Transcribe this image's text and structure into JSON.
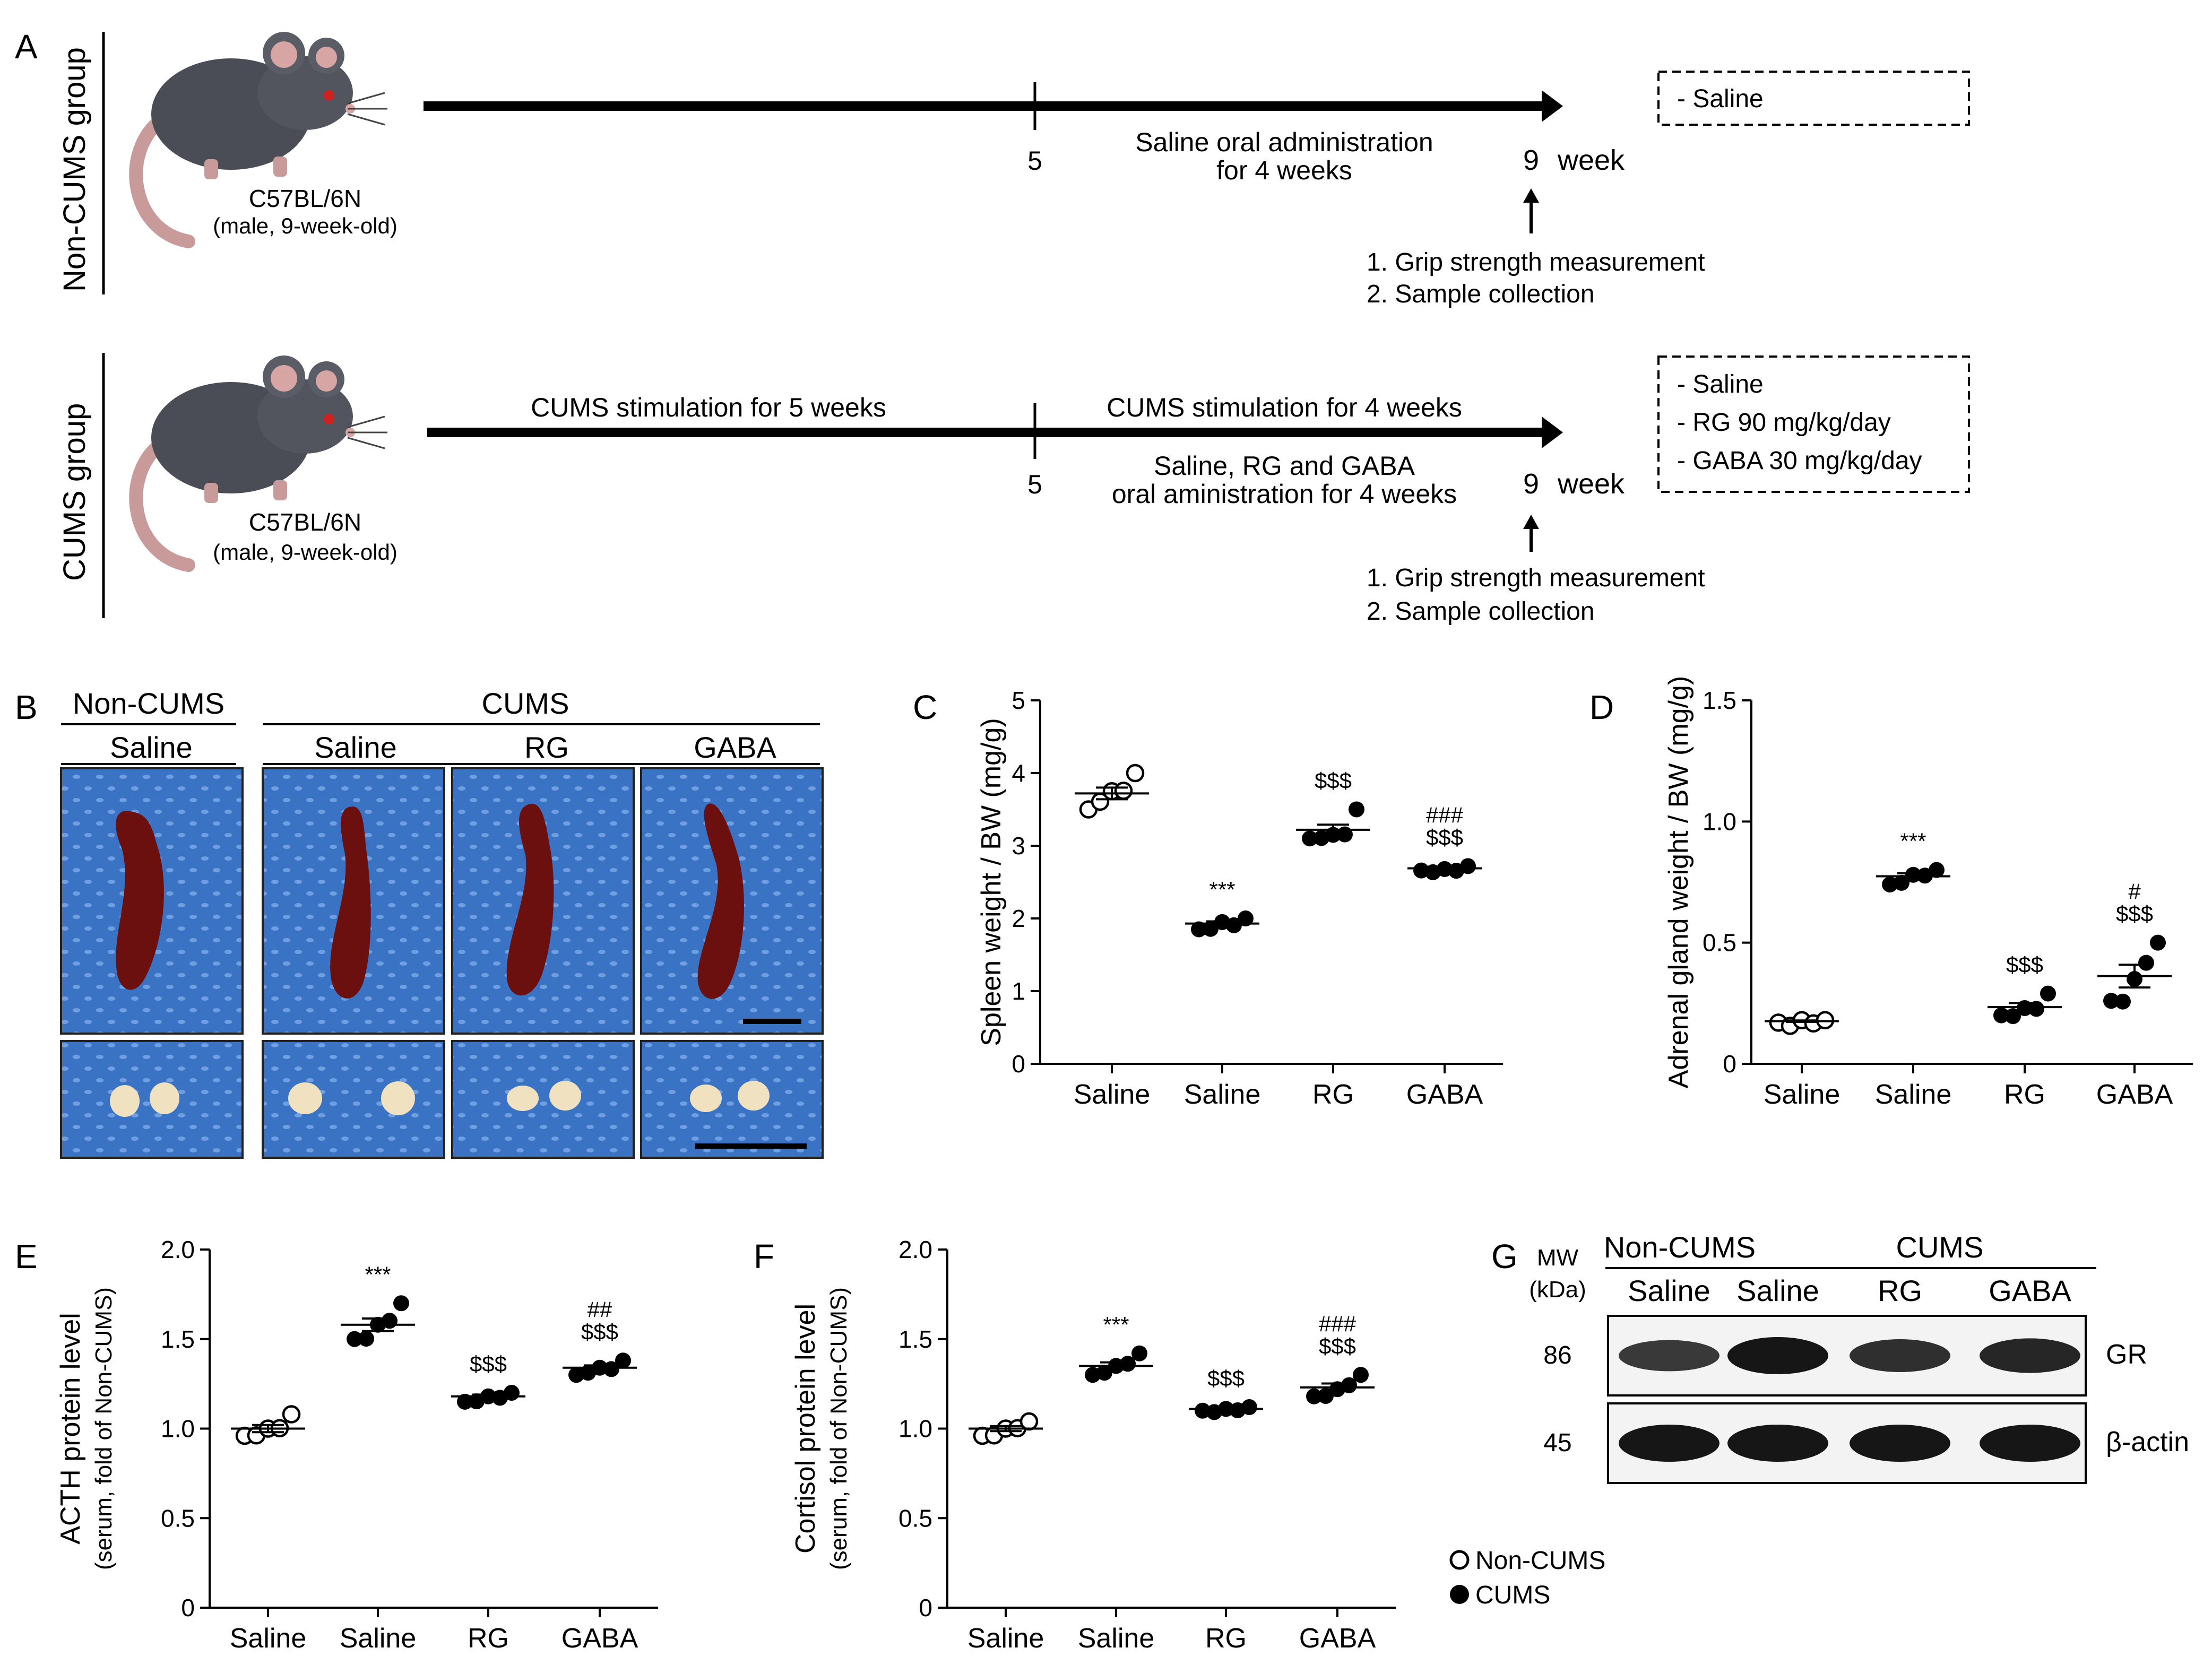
{
  "panel_labels": {
    "a": "A",
    "b": "B",
    "c": "C",
    "d": "D",
    "e": "E",
    "f": "F",
    "g": "G"
  },
  "panel_a": {
    "non_cums": {
      "group_label": "Non-CUMS group",
      "mouse_strain": "C57BL/6N",
      "mouse_desc": "(male, 9-week-old)",
      "tick_5": "5",
      "tick_9": "9",
      "week": "week",
      "treatment_line1": "Saline oral administration",
      "treatment_line2": "for 4 weeks",
      "steps": [
        "1. Grip strength measurement",
        "2. Sample collection"
      ],
      "groups_box": [
        "- Saline"
      ]
    },
    "cums": {
      "group_label": "CUMS group",
      "mouse_strain": "C57BL/6N",
      "mouse_desc": "(male, 9-week-old)",
      "stim_first": "CUMS stimulation for 5 weeks",
      "stim_second": "CUMS stimulation for 4 weeks",
      "tick_5": "5",
      "tick_9": "9",
      "week": "week",
      "treatment_line1": "Saline, RG and GABA",
      "treatment_line2": "oral aministration for 4 weeks",
      "steps": [
        "1. Grip strength measurement",
        "2. Sample collection"
      ],
      "groups_box": [
        "- Saline",
        "- RG 90 mg/kg/day",
        "- GABA 30 mg/kg/day"
      ]
    }
  },
  "panel_b": {
    "header_non_cums": "Non-CUMS",
    "header_cums": "CUMS",
    "columns": [
      "Saline",
      "Saline",
      "RG",
      "GABA"
    ],
    "colors": {
      "tissue_bg": "#3a73c4",
      "spleen": "#6b0f0f",
      "adrenal": "#f0e2c0"
    }
  },
  "legend": {
    "items": [
      {
        "label": "Non-CUMS",
        "marker": "open-circle"
      },
      {
        "label": "CUMS",
        "marker": "filled-circle"
      }
    ]
  },
  "chart_data": [
    {
      "id": "C",
      "type": "scatter",
      "ylabel": "Spleen weight / BW (mg/g)",
      "ylim": [
        0,
        5
      ],
      "yticks": [
        0,
        1,
        2,
        3,
        4,
        5
      ],
      "yticklabels": [
        "0",
        "1",
        "2",
        "3",
        "4",
        "5"
      ],
      "categories": [
        "Saline",
        "Saline",
        "RG",
        "GABA"
      ],
      "series": [
        {
          "filled": false,
          "points": [
            3.5,
            3.65,
            3.75,
            3.8,
            4.0
          ],
          "mean": 3.72,
          "sem": 0.08,
          "annotations": []
        },
        {
          "filled": true,
          "points": [
            1.85,
            1.9,
            1.95,
            1.95,
            2.0
          ],
          "mean": 1.93,
          "sem": 0.03,
          "annotations": [
            "***"
          ]
        },
        {
          "filled": true,
          "points": [
            3.1,
            3.15,
            3.15,
            3.2,
            3.5
          ],
          "mean": 3.22,
          "sem": 0.07,
          "annotations": [
            "$$$"
          ]
        },
        {
          "filled": true,
          "points": [
            2.66,
            2.68,
            2.68,
            2.7,
            2.72
          ],
          "mean": 2.69,
          "sem": 0.02,
          "annotations": [
            "$$$",
            "###"
          ]
        }
      ]
    },
    {
      "id": "D",
      "type": "scatter",
      "ylabel": "Adrenal gland weight / BW (mg/g)",
      "ylim": [
        0,
        1.5
      ],
      "yticks": [
        0,
        0.5,
        1.0,
        1.5
      ],
      "yticklabels": [
        "0",
        "0.5",
        "1.0",
        "1.5"
      ],
      "categories": [
        "Saline",
        "Saline",
        "RG",
        "GABA"
      ],
      "series": [
        {
          "filled": false,
          "points": [
            0.17,
            0.17,
            0.18,
            0.18,
            0.18
          ],
          "mean": 0.176,
          "sem": 0.003,
          "annotations": []
        },
        {
          "filled": true,
          "points": [
            0.74,
            0.76,
            0.78,
            0.79,
            0.8
          ],
          "mean": 0.774,
          "sem": 0.012,
          "annotations": [
            "***"
          ]
        },
        {
          "filled": true,
          "points": [
            0.2,
            0.21,
            0.23,
            0.24,
            0.29
          ],
          "mean": 0.234,
          "sem": 0.017,
          "annotations": [
            "$$$"
          ]
        },
        {
          "filled": true,
          "points": [
            0.26,
            0.27,
            0.35,
            0.43,
            0.5
          ],
          "mean": 0.362,
          "sem": 0.047,
          "annotations": [
            "$$$",
            "#"
          ]
        }
      ]
    },
    {
      "id": "E",
      "type": "scatter",
      "ylabel": "ACTH protein level",
      "ylabel2": "(serum, fold of Non-CUMS)",
      "ylim": [
        0,
        2.0
      ],
      "yticks": [
        0,
        0.5,
        1.0,
        1.5,
        2.0
      ],
      "yticklabels": [
        "0",
        "0.5",
        "1.0",
        "1.5",
        "2.0"
      ],
      "categories": [
        "Saline",
        "Saline",
        "RG",
        "GABA"
      ],
      "series": [
        {
          "filled": false,
          "points": [
            0.96,
            0.98,
            1.0,
            1.02,
            1.08
          ],
          "mean": 1.0,
          "sem": 0.02,
          "annotations": []
        },
        {
          "filled": true,
          "points": [
            1.5,
            1.52,
            1.58,
            1.62,
            1.7
          ],
          "mean": 1.58,
          "sem": 0.035,
          "annotations": [
            "***"
          ]
        },
        {
          "filled": true,
          "points": [
            1.15,
            1.17,
            1.18,
            1.19,
            1.2
          ],
          "mean": 1.18,
          "sem": 0.01,
          "annotations": [
            "$$$"
          ]
        },
        {
          "filled": true,
          "points": [
            1.3,
            1.33,
            1.34,
            1.35,
            1.38
          ],
          "mean": 1.34,
          "sem": 0.013,
          "annotations": [
            "$$$",
            "##"
          ]
        }
      ]
    },
    {
      "id": "F",
      "type": "scatter",
      "ylabel": "Cortisol protein level",
      "ylabel2": "(serum, fold of Non-CUMS)",
      "ylim": [
        0,
        2.0
      ],
      "yticks": [
        0,
        0.5,
        1.0,
        1.5,
        2.0
      ],
      "yticklabels": [
        "0",
        "0.5",
        "1.0",
        "1.5",
        "2.0"
      ],
      "categories": [
        "Saline",
        "Saline",
        "RG",
        "GABA"
      ],
      "series": [
        {
          "filled": false,
          "points": [
            0.96,
            0.98,
            1.0,
            1.02,
            1.04
          ],
          "mean": 1.0,
          "sem": 0.014,
          "annotations": []
        },
        {
          "filled": true,
          "points": [
            1.3,
            1.33,
            1.35,
            1.38,
            1.42
          ],
          "mean": 1.35,
          "sem": 0.02,
          "annotations": [
            "***"
          ]
        },
        {
          "filled": true,
          "points": [
            1.1,
            1.11,
            1.11,
            1.12,
            1.12
          ],
          "mean": 1.11,
          "sem": 0.004,
          "annotations": [
            "$$$"
          ]
        },
        {
          "filled": true,
          "points": [
            1.18,
            1.2,
            1.22,
            1.26,
            1.3
          ],
          "mean": 1.23,
          "sem": 0.022,
          "annotations": [
            "$$$",
            "###"
          ]
        }
      ]
    }
  ],
  "panel_g": {
    "mw_label": "MW",
    "kda_label": "(kDa)",
    "header_non_cums": "Non-CUMS",
    "header_cums": "CUMS",
    "columns": [
      "Saline",
      "Saline",
      "RG",
      "GABA"
    ],
    "bands": [
      {
        "mw": "86",
        "protein": "GR",
        "intensity": [
          0.72,
          1.0,
          0.8,
          0.88
        ]
      },
      {
        "mw": "45",
        "protein": "β-actin",
        "intensity": [
          1.0,
          1.0,
          1.0,
          1.0
        ]
      }
    ]
  }
}
